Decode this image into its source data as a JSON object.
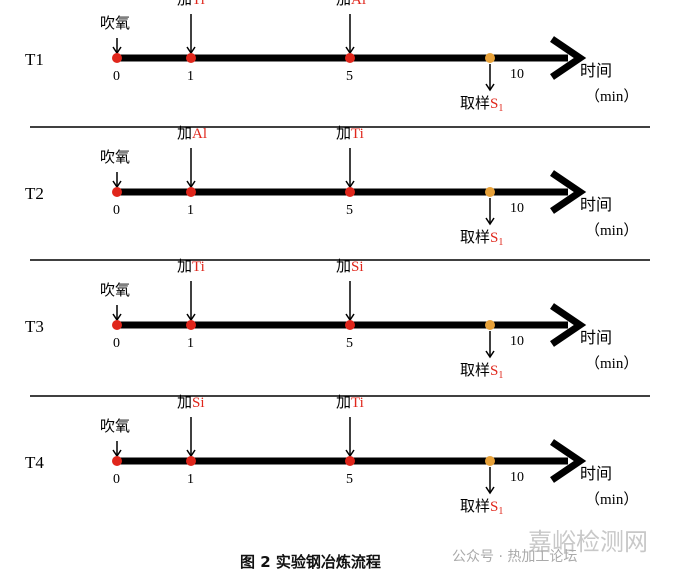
{
  "caption": "图 2  实验钢冶炼流程",
  "watermark": {
    "site": "嘉峪检测网",
    "account": "公众号 · 热加工论坛"
  },
  "axis": {
    "time_label": "时间",
    "unit_label": "（min）",
    "ticks": [
      "0",
      "1",
      "5",
      "10"
    ]
  },
  "sampling": {
    "label": "取样",
    "symbol": "S",
    "subscript": "1"
  },
  "colors": {
    "event_dot": "#e0261b",
    "sample_dot": "#e8a23a",
    "accent_text": "#e0261b",
    "line": "#000000"
  },
  "rows": [
    {
      "name": "T1",
      "events": [
        {
          "time": 0,
          "label": "吹氧",
          "element": ""
        },
        {
          "time": 1,
          "label": "加",
          "element": "Ti"
        },
        {
          "time": 5,
          "label": "加",
          "element": "Al"
        }
      ]
    },
    {
      "name": "T2",
      "events": [
        {
          "time": 0,
          "label": "吹氧",
          "element": ""
        },
        {
          "time": 1,
          "label": "加",
          "element": "Al"
        },
        {
          "time": 5,
          "label": "加",
          "element": "Ti"
        }
      ]
    },
    {
      "name": "T3",
      "events": [
        {
          "time": 0,
          "label": "吹氧",
          "element": ""
        },
        {
          "time": 1,
          "label": "加",
          "element": "Ti"
        },
        {
          "time": 5,
          "label": "加",
          "element": "Si"
        }
      ]
    },
    {
      "name": "T4",
      "events": [
        {
          "time": 0,
          "label": "吹氧",
          "element": ""
        },
        {
          "time": 1,
          "label": "加",
          "element": "Si"
        },
        {
          "time": 5,
          "label": "加",
          "element": "Ti"
        }
      ]
    }
  ]
}
